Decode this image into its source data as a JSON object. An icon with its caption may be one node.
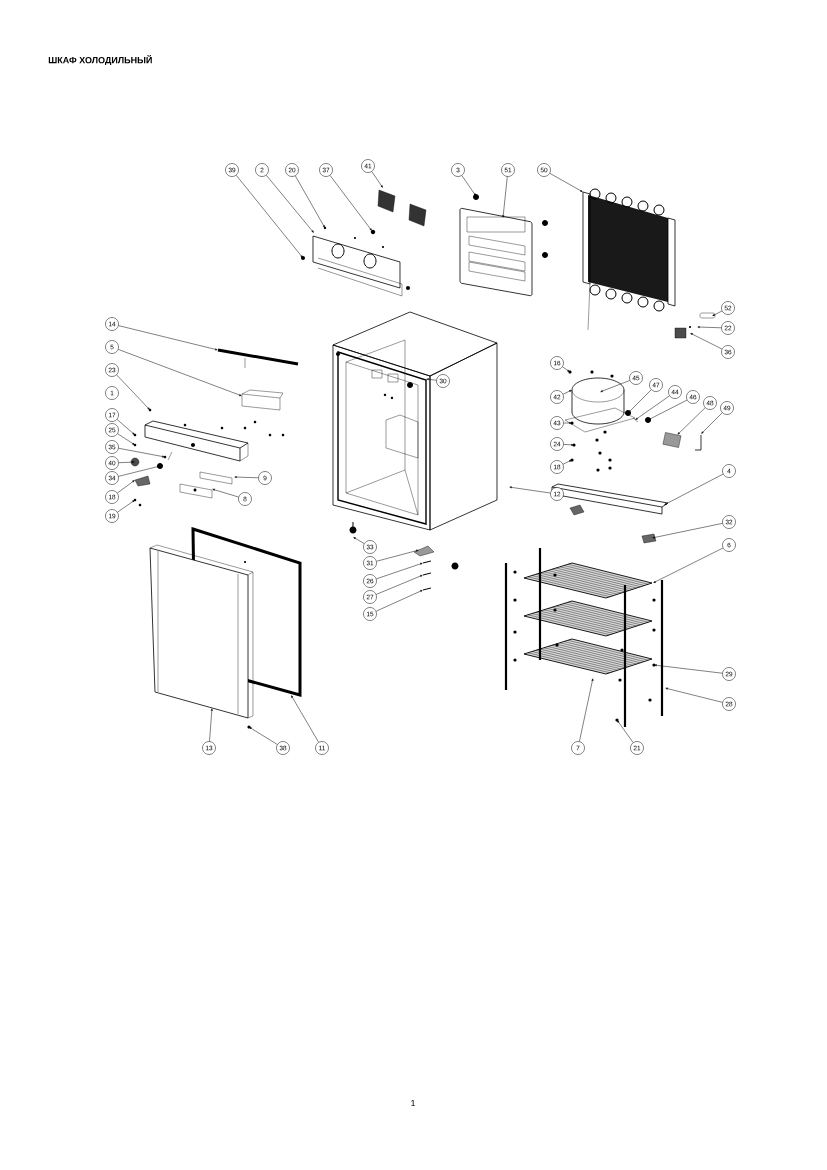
{
  "diagram": {
    "title": "ШКАФ ХОЛОДИЛЬНЫЙ",
    "nodes": [
      {
        "text": [
          "39"
        ]
      },
      {
        "text": [
          "2"
        ]
      },
      {
        "text": [
          "20"
        ]
      },
      {
        "text": [
          "37"
        ]
      },
      {
        "text": [
          "41"
        ]
      },
      {
        "text": [
          "3"
        ]
      },
      {
        "text": [
          "51"
        ]
      },
      {
        "text": [
          "50"
        ]
      },
      {
        "text": [
          "52"
        ]
      },
      {
        "text": [
          "22"
        ]
      },
      {
        "text": [
          "36"
        ]
      },
      {
        "text": [
          "14"
        ]
      },
      {
        "text": [
          "5"
        ]
      },
      {
        "text": [
          "23"
        ]
      },
      {
        "text": [
          "1"
        ]
      },
      {
        "text": [
          "17"
        ]
      },
      {
        "text": [
          "25"
        ]
      },
      {
        "text": [
          "35"
        ]
      },
      {
        "text": [
          "40"
        ]
      },
      {
        "text": [
          "34"
        ]
      },
      {
        "text": [
          "18"
        ]
      },
      {
        "text": [
          "19"
        ]
      },
      {
        "text": [
          "9"
        ]
      },
      {
        "text": [
          "8"
        ]
      },
      {
        "text": [
          "30"
        ]
      },
      {
        "text": [
          "16"
        ]
      },
      {
        "text": [
          "45"
        ]
      },
      {
        "text": [
          "47"
        ]
      },
      {
        "text": [
          "44"
        ]
      },
      {
        "text": [
          "46"
        ]
      },
      {
        "text": [
          "48"
        ]
      },
      {
        "text": [
          "49"
        ]
      },
      {
        "text": [
          "42"
        ]
      },
      {
        "text": [
          "43"
        ]
      },
      {
        "text": [
          "24"
        ]
      },
      {
        "text": [
          "18"
        ]
      },
      {
        "text": [
          "12"
        ]
      },
      {
        "text": [
          "4"
        ]
      },
      {
        "text": [
          "32"
        ]
      },
      {
        "text": [
          "33"
        ]
      },
      {
        "text": [
          "31"
        ]
      },
      {
        "text": [
          "26"
        ]
      },
      {
        "text": [
          "27"
        ]
      },
      {
        "text": [
          "15"
        ]
      },
      {
        "text": [
          "6"
        ]
      },
      {
        "text": [
          "29"
        ]
      },
      {
        "text": [
          "28"
        ]
      },
      {
        "text": [
          "13"
        ]
      },
      {
        "text": [
          "38"
        ]
      },
      {
        "text": [
          "11"
        ]
      },
      {
        "text": [
          "7"
        ]
      },
      {
        "text": [
          "21"
        ]
      },
      {
        "text": [],
        "shape": "box"
      }
    ],
    "edges": [
      {
        "from": 0,
        "to": null,
        "arrow": "to"
      },
      {
        "from": 1,
        "to": null,
        "arrow": "to"
      },
      {
        "from": 2,
        "to": null,
        "arrow": "to"
      },
      {
        "from": 3,
        "to": null,
        "arrow": "to"
      },
      {
        "from": 4,
        "to": null,
        "arrow": "to"
      },
      {
        "from": 5,
        "to": null,
        "arrow": "to"
      },
      {
        "from": 6,
        "to": null,
        "arrow": "to"
      },
      {
        "from": 7,
        "to": null,
        "arrow": "to"
      },
      {
        "from": 8,
        "to": null,
        "arrow": "to"
      },
      {
        "from": 9,
        "to": null,
        "arrow": "to"
      },
      {
        "from": 10,
        "to": null,
        "arrow": "to"
      },
      {
        "from": 11,
        "to": null,
        "arrow": "to"
      },
      {
        "from": 12,
        "to": null,
        "arrow": "to"
      },
      {
        "from": 13,
        "to": null,
        "arrow": "to"
      },
      {
        "from": 15,
        "to": null,
        "arrow": "to"
      },
      {
        "from": 16,
        "to": null,
        "arrow": "to"
      },
      {
        "from": 17,
        "to": null,
        "arrow": "to"
      },
      {
        "from": 18,
        "to": null,
        "arrow": "to"
      },
      {
        "from": 19,
        "to": null,
        "arrow": "to"
      },
      {
        "from": 20,
        "to": null,
        "arrow": "to"
      },
      {
        "from": 21,
        "to": null,
        "arrow": "to"
      },
      {
        "from": 22,
        "to": null,
        "arrow": "to"
      },
      {
        "from": 23,
        "to": null,
        "arrow": "to"
      },
      {
        "from": 24,
        "to": null,
        "arrow": "to"
      },
      {
        "from": 25,
        "to": null,
        "arrow": "to"
      },
      {
        "from": 26,
        "to": null,
        "arrow": "to"
      },
      {
        "from": 27,
        "to": null,
        "arrow": "to"
      },
      {
        "from": 28,
        "to": null,
        "arrow": "to"
      },
      {
        "from": 29,
        "to": null,
        "arrow": "to"
      },
      {
        "from": 30,
        "to": 52,
        "arrow": "to"
      },
      {
        "from": 31,
        "to": null,
        "arrow": "to"
      },
      {
        "from": 32,
        "to": null,
        "arrow": "to"
      },
      {
        "from": 33,
        "to": null,
        "arrow": "to"
      },
      {
        "from": 34,
        "to": null,
        "arrow": "to"
      },
      {
        "from": 35,
        "to": null,
        "arrow": "to"
      },
      {
        "from": 36,
        "to": null,
        "arrow": "to"
      },
      {
        "from": 37,
        "to": null,
        "arrow": "to"
      },
      {
        "from": 38,
        "to": null,
        "arrow": "to"
      },
      {
        "from": 39,
        "to": null,
        "arrow": "to"
      },
      {
        "from": 40,
        "to": null,
        "arrow": "to"
      },
      {
        "from": 41,
        "to": null,
        "arrow": "to"
      },
      {
        "from": 42,
        "to": null,
        "arrow": "to"
      },
      {
        "from": 43,
        "to": null,
        "arrow": "to"
      },
      {
        "from": 44,
        "to": null,
        "arrow": "to"
      },
      {
        "from": 45,
        "to": null,
        "arrow": "to"
      },
      {
        "from": 46,
        "to": null,
        "arrow": "to"
      },
      {
        "from": 47,
        "to": null,
        "arrow": "to"
      },
      {
        "from": 48,
        "to": null,
        "arrow": "to"
      },
      {
        "from": 49,
        "to": null,
        "arrow": "to"
      },
      {
        "from": 50,
        "to": null,
        "arrow": "to"
      },
      {
        "from": 51,
        "to": null,
        "arrow": "to"
      }
    ],
    "labels": [
      "1"
    ]
  }
}
